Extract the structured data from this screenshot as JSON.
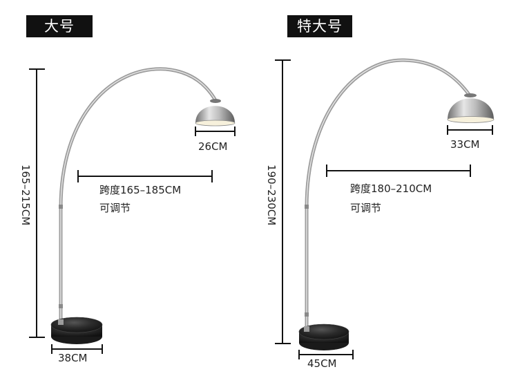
{
  "products": [
    {
      "size_tag": "大号",
      "height_range": "165–215CM",
      "shade_width": "26CM",
      "span": "跨度165–185CM",
      "adjustable": "可调节",
      "base_width": "38CM"
    },
    {
      "size_tag": "特大号",
      "height_range": "190–230CM",
      "shade_width": "33CM",
      "span": "跨度180–210CM",
      "adjustable": "可调节",
      "base_width": "45CM"
    }
  ],
  "colors": {
    "tag_bg": "#111111",
    "tag_text": "#ffffff",
    "dimension_line": "#111111",
    "steel": "#b8b8b8",
    "marble_base": "#2a2a2a"
  }
}
